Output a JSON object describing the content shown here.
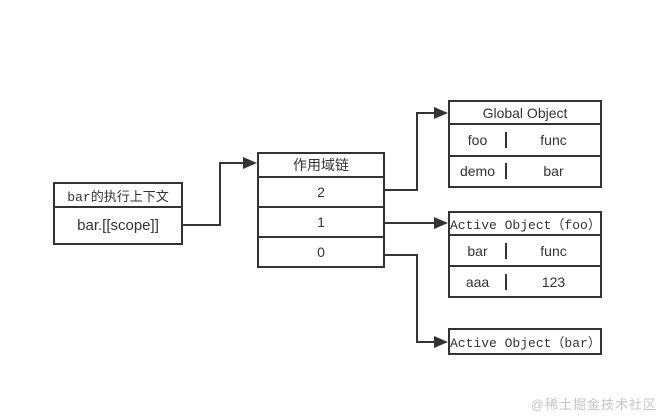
{
  "diagram": {
    "title": "scope-chain-diagram",
    "left_box": {
      "title": "bar的执行上下文",
      "value": "bar.[[scope]]"
    },
    "chain_box": {
      "title": "作用域链",
      "rows": [
        "2",
        "1",
        "0"
      ]
    },
    "global_box": {
      "title": "Global Object",
      "rows": [
        [
          "foo",
          "func"
        ],
        [
          "demo",
          "bar"
        ]
      ]
    },
    "ao_foo_box": {
      "title": "Active Object（foo）",
      "rows": [
        [
          "bar",
          "func"
        ],
        [
          "aaa",
          "123"
        ]
      ]
    },
    "ao_bar_box": {
      "title": "Active Object（bar）"
    },
    "watermark": "@稀土掘金技术社区",
    "colors": {
      "line": "#333333",
      "text": "#333333",
      "watermark": "#c5c5c5",
      "background": "#ffffff"
    }
  }
}
